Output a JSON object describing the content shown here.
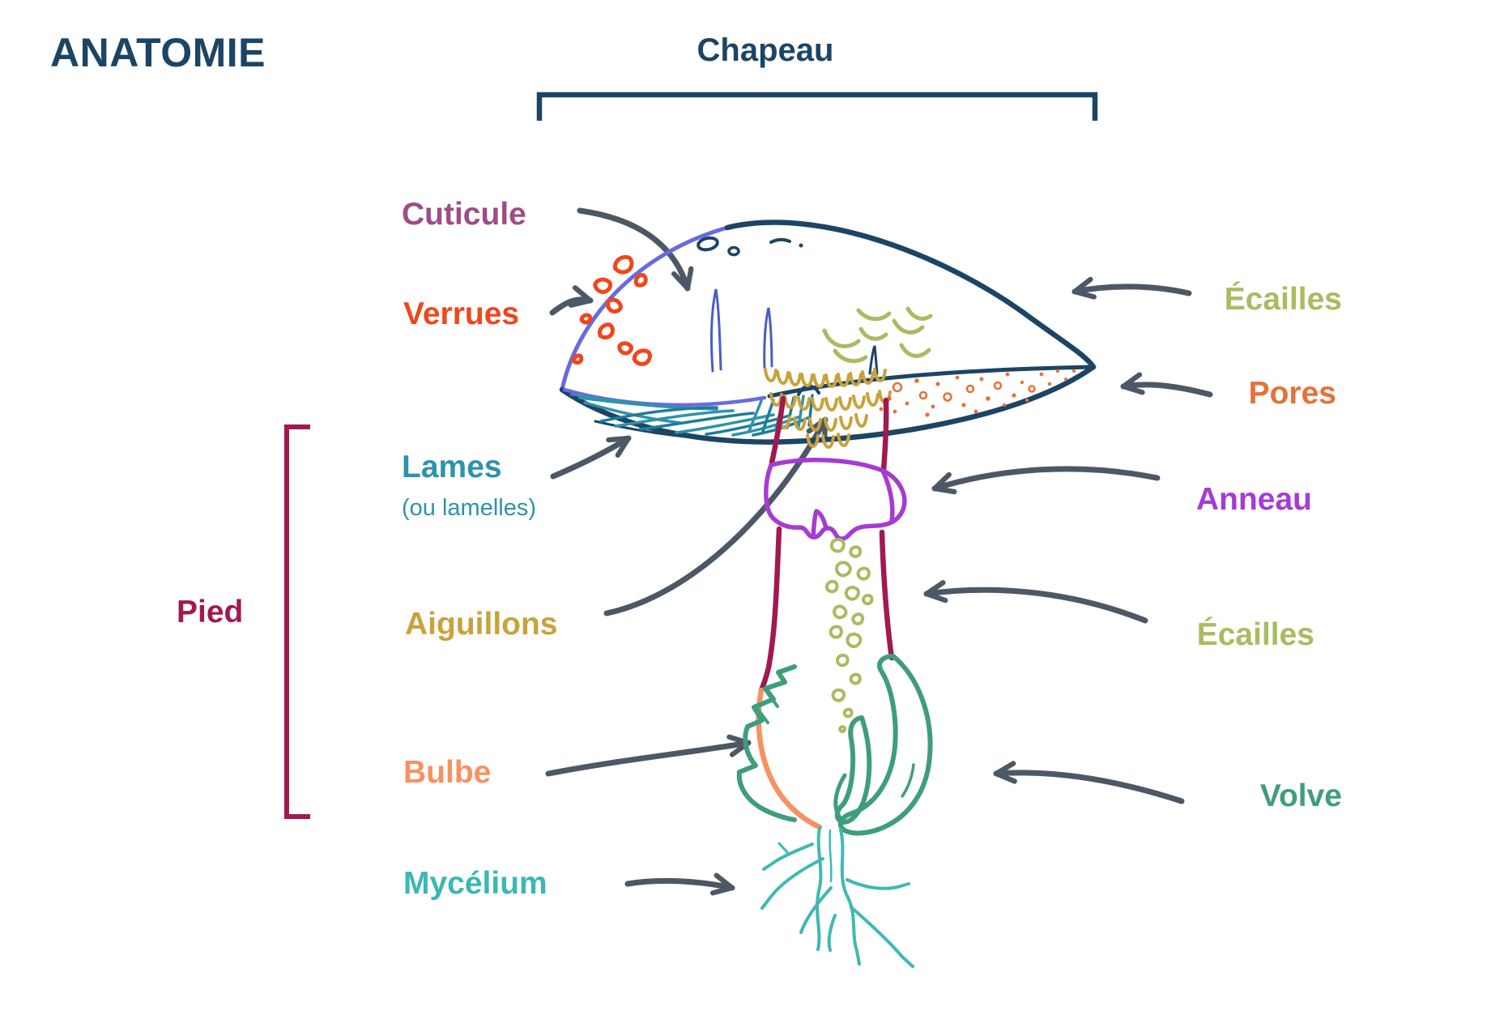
{
  "title": {
    "text": "ANATOMIE",
    "color": "#1c4565"
  },
  "brackets": {
    "chapeau": {
      "label": "Chapeau",
      "color": "#1c4565"
    },
    "pied": {
      "label": "Pied",
      "color": "#a01a51"
    }
  },
  "callouts": {
    "cuticule": {
      "label": "Cuticule",
      "color": "#9c4d85"
    },
    "verrues": {
      "label": "Verrues",
      "color": "#f0461c"
    },
    "lames": {
      "label": "Lames",
      "sublabel": "(ou lamelles)",
      "color": "#2d93aa"
    },
    "aiguillons": {
      "label": "Aiguillons",
      "color": "#c8a23c"
    },
    "bulbe": {
      "label": "Bulbe",
      "color": "#f79260"
    },
    "mycelium": {
      "label": "Mycélium",
      "color": "#3bb8b4"
    },
    "ecailles_chapeau": {
      "label": "Écailles",
      "color": "#a8bc60"
    },
    "pores": {
      "label": "Pores",
      "color": "#e8703a"
    },
    "anneau": {
      "label": "Anneau",
      "color": "#a63bd4"
    },
    "ecailles_pied": {
      "label": "Écailles",
      "color": "#a8bc60"
    },
    "volve": {
      "label": "Volve",
      "color": "#3f9e7a"
    }
  },
  "arrow_color": "#4d5866",
  "illustration_palette": {
    "cap_edge_left": "#6a6ade",
    "cap_edge_right": "#1c4565",
    "warts": "#f0461c",
    "cap_scales": "#a8bc60",
    "gills": "#2e93aa",
    "spines": "#c8a23c",
    "pores": "#e8703a",
    "stem": "#a01a51",
    "ring": "#a63bd4",
    "bulb": "#f79260",
    "volva": "#3f9e7a",
    "mycelium": "#3fb9b2"
  }
}
